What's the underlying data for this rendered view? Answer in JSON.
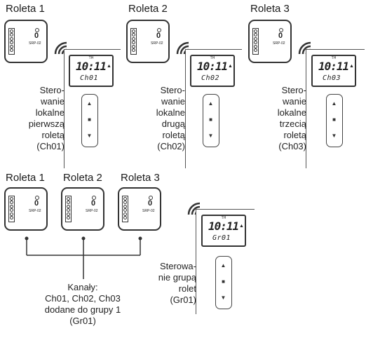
{
  "top_row": [
    {
      "title": "Roleta 1",
      "model": "SRP-02",
      "led_digit": "0",
      "lcd_top": "TH",
      "lcd_time": "10:11",
      "lcd_channel": "Ch01",
      "desc": [
        "Stero-",
        "wanie",
        "lokalne",
        "pierwszą",
        "roletą",
        "(Ch01)"
      ]
    },
    {
      "title": "Roleta 2",
      "model": "SRP-02",
      "led_digit": "0",
      "lcd_top": "TH",
      "lcd_time": "10:11",
      "lcd_channel": "Ch02",
      "desc": [
        "Stero-",
        "wanie",
        "lokalne",
        "drugą",
        "roletą",
        "(Ch02)"
      ]
    },
    {
      "title": "Roleta 3",
      "model": "SRP-02",
      "led_digit": "0",
      "lcd_top": "TH",
      "lcd_time": "10:11",
      "lcd_channel": "Ch03",
      "desc": [
        "Stero-",
        "wanie",
        "lokalne",
        "trzecią",
        "roletą",
        "(Ch03)"
      ]
    }
  ],
  "bottom_row": {
    "modules": [
      {
        "title": "Roleta 1",
        "model": "SRP-02",
        "led_digit": "0"
      },
      {
        "title": "Roleta 2",
        "model": "SRP-02",
        "led_digit": "0"
      },
      {
        "title": "Roleta 3",
        "model": "SRP-02",
        "led_digit": "0"
      }
    ],
    "channels_text": [
      "Kanały:",
      "Ch01, Ch02, Ch03",
      "dodane do grupy 1",
      "(Gr01)"
    ],
    "remote": {
      "lcd_top": "TH",
      "lcd_time": "10:11",
      "lcd_channel": "Gr01",
      "desc": [
        "Sterowa-",
        "nie grupą",
        "rolet",
        "(Gr01)"
      ]
    }
  },
  "buttons": {
    "up": "▲",
    "stop": "■",
    "down": "▼"
  },
  "icons": {
    "module_led": "led-icon",
    "wireless": "wireless-signal-icon"
  }
}
